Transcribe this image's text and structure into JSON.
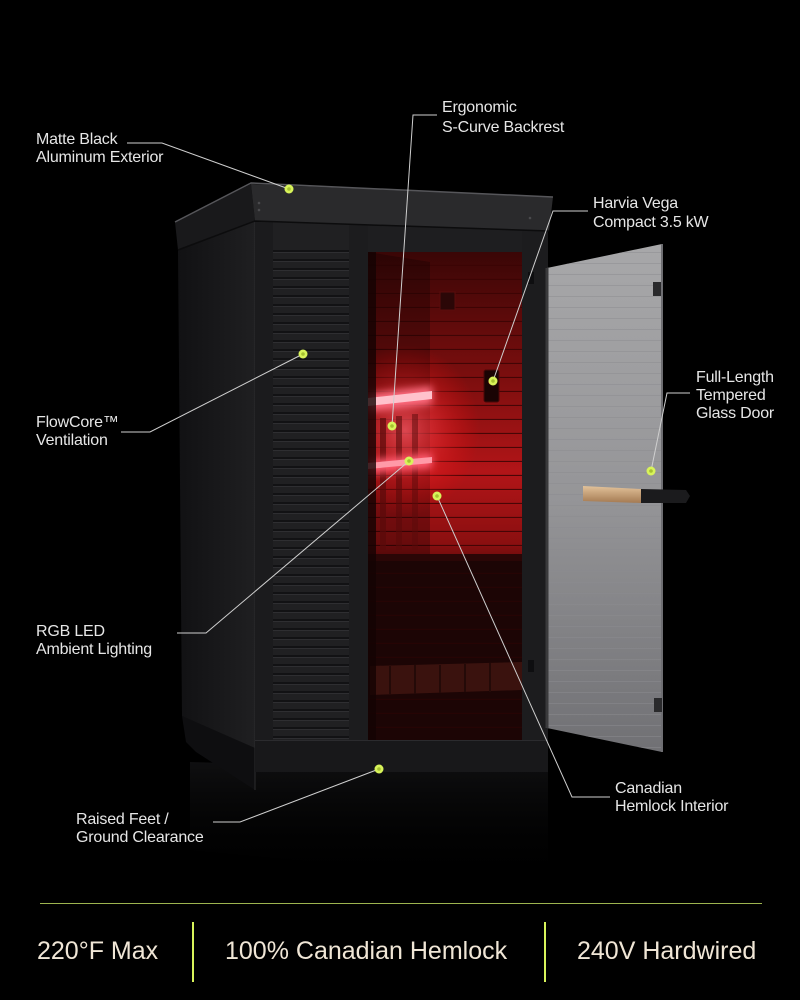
{
  "colors": {
    "background": "#000000",
    "accent": "#d8f35a",
    "label_text": "#e6e6e6",
    "stat_text": "#f0e6d6",
    "leader_line": "#cfcfcf",
    "rule": "#9db44f"
  },
  "callouts": {
    "exterior": {
      "line1": "Matte Black",
      "line2": "Aluminum Exterior"
    },
    "backrest": {
      "line1": "Ergonomic",
      "line2": "S-Curve Backrest"
    },
    "heater": {
      "line1": "Harvia Vega",
      "line2": "Compact 3.5 kW"
    },
    "door": {
      "line1": "Full-Length",
      "line2": "Tempered",
      "line3": "Glass Door"
    },
    "ventilation": {
      "line1": "FlowCore™",
      "line2": "Ventilation"
    },
    "lighting": {
      "line1": "RGB LED",
      "line2": "Ambient Lighting"
    },
    "interior": {
      "line1": "Canadian",
      "line2": "Hemlock Interior"
    },
    "feet": {
      "line1": "Raised Feet /",
      "line2": "Ground Clearance"
    }
  },
  "stats": [
    "220°F Max",
    "100% Canadian Hemlock",
    "240V Hardwired"
  ]
}
